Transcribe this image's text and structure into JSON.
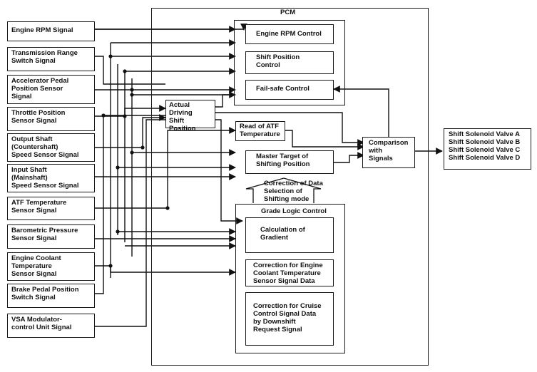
{
  "pcm": {
    "title": "PCM",
    "grade_logic_title": "Grade Logic Control"
  },
  "inputs": [
    {
      "id": "engine-rpm",
      "label": "Engine RPM Signal"
    },
    {
      "id": "transmission-range",
      "label": "Transmission Range\nSwitch Signal"
    },
    {
      "id": "accelerator-pedal",
      "label": "Accelerator Pedal\nPosition Sensor\nSignal"
    },
    {
      "id": "throttle-position",
      "label": "Throttle Position\nSensor Signal"
    },
    {
      "id": "output-shaft",
      "label": "Output Shaft\n(Countershaft)\nSpeed Sensor Signal"
    },
    {
      "id": "input-shaft",
      "label": "Input Shaft\n(Mainshaft)\nSpeed Sensor Signal"
    },
    {
      "id": "atf-temperature",
      "label": "ATF Temperature\nSensor Signal"
    },
    {
      "id": "barometric-pressure",
      "label": "Barometric Pressure\nSensor Signal"
    },
    {
      "id": "engine-coolant",
      "label": "Engine Coolant\nTemperature\nSensor Signal"
    },
    {
      "id": "brake-pedal",
      "label": "Brake Pedal Position\nSwitch Signal"
    },
    {
      "id": "vsa-modulator",
      "label": "VSA Modulator-\ncontrol Unit Signal"
    }
  ],
  "blocks": {
    "engine_rpm_control": "Engine RPM Control",
    "shift_position_control": "Shift Position\nControl",
    "fail_safe_control": "Fail-safe Control",
    "actual_driving": "Actual\nDriving\nShift Position",
    "read_atf": "Read of ATF\nTemperature",
    "master_target": "Master Target of\nShifting Position",
    "correction_data": "Correction of Data\nSelection of\nShifting mode",
    "calculation_gradient": "Calculation of\nGradient",
    "correction_coolant": "Correction for Engine\nCoolant Temperature\nSensor Signal Data",
    "correction_cruise": "Correction for Cruise\nControl Signal Data\nby Downshift\nRequest Signal",
    "comparison": "Comparison\nwith\nSignals"
  },
  "output": {
    "label": "Shift Solenoid Valve A\nShift Solenoid Valve B\nShift Solenoid Valve C\nShift Solenoid Valve D"
  }
}
